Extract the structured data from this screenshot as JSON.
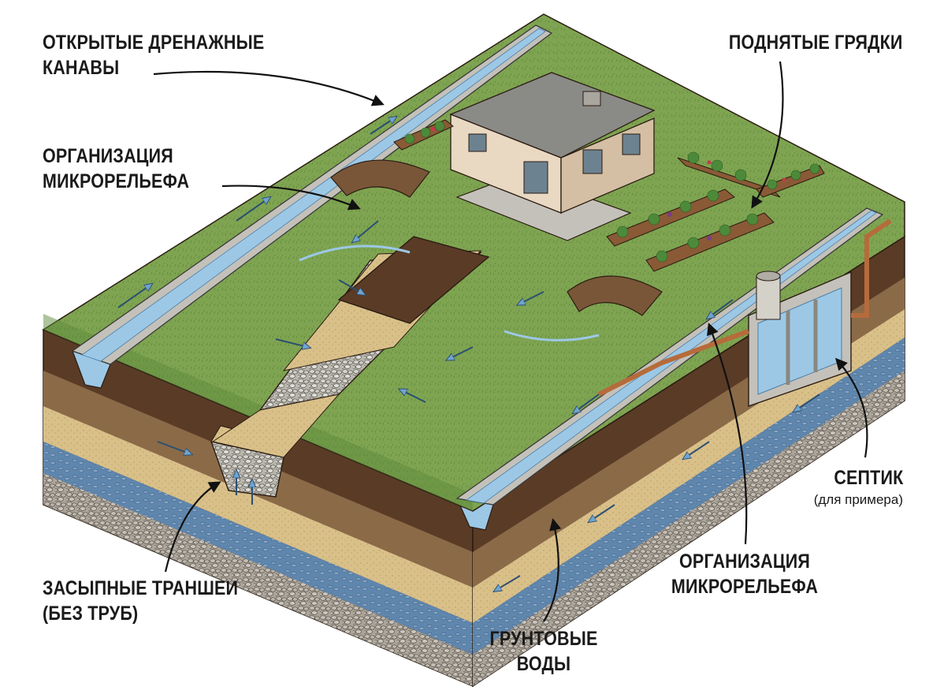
{
  "labels": {
    "open_ditches": [
      "ОТКРЫТЫЕ ДРЕНАЖНЫЕ",
      "КАНАВЫ"
    ],
    "raised_beds": [
      "ПОДНЯТЫЕ ГРЯДКИ"
    ],
    "microrelief_top": [
      "ОРГАНИЗАЦИЯ",
      "МИКРОРЕЛЬЕФА"
    ],
    "trenches": [
      "ЗАСЫПНЫЕ ТРАНШЕИ",
      "(БЕЗ ТРУБ)"
    ],
    "groundwater": [
      "ГРУНТОВЫЕ",
      "ВОДЫ"
    ],
    "microrelief_bottom": [
      "ОРГАНИЗАЦИЯ",
      "МИКРОРЕЛЬЕФА"
    ],
    "septic": [
      "СЕПТИК"
    ],
    "septic_note": "(для примера)"
  },
  "colors": {
    "grass": "#7fa451",
    "grass_dark": "#5d8a3c",
    "topsoil": "#5a3b26",
    "clay": "#8b6a48",
    "sand": "#d9c089",
    "groundwater": "#5f86ad",
    "gravel": "#b9b6ad",
    "water": "#9cc8e6",
    "concrete": "#c4c1ba",
    "house_wall": "#e9d8c2",
    "roof": "#8a8a86"
  }
}
